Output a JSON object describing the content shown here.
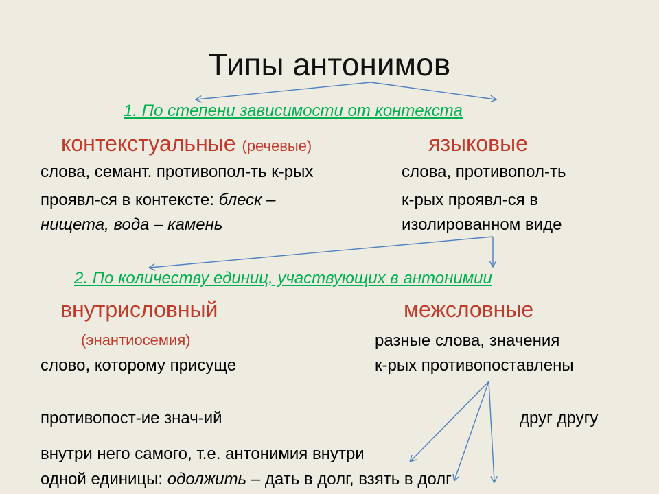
{
  "title": "Типы антонимов",
  "section1": {
    "heading": "1. По степени зависимости от контекста",
    "left_term": "контекстуальные",
    "left_term_note": "(речевые)",
    "right_term": "языковые",
    "left_desc": {
      "line1": "слова, семант. противопол-ть  к-рых",
      "line2_plain": "проявл-ся в контексте: ",
      "line2_italic": "блеск –",
      "line3_italic": "нищета, вода – камень"
    },
    "right_desc": {
      "line1": "слова, противопол-ть",
      "line2": "к-рых проявл-ся в",
      "line3": "изолированном виде"
    }
  },
  "section2": {
    "heading": "2. По количеству единиц, участвующих в антонимии",
    "left_term": "внутрисловный",
    "left_term_note": "(энантиосемия)",
    "right_term": "межсловные",
    "left_desc": {
      "line1": "слово, которому присуще",
      "line2": "противопост-ие  знач-ий",
      "line3": "внутри него самого, т.е. антонимия внутри",
      "line4_plain_a": "одной единицы: ",
      "line4_italic": "одолжить",
      "line4_plain_b": " – дать в долг, взять в долг"
    },
    "right_desc": {
      "line1": "разные слова, значения",
      "line2": "к-рых противопоставлены",
      "line3": "друг другу"
    }
  },
  "colors": {
    "background": "#eeece1",
    "heading": "#00b050",
    "term": "#c0392b",
    "arrow": "#4f81bd"
  }
}
